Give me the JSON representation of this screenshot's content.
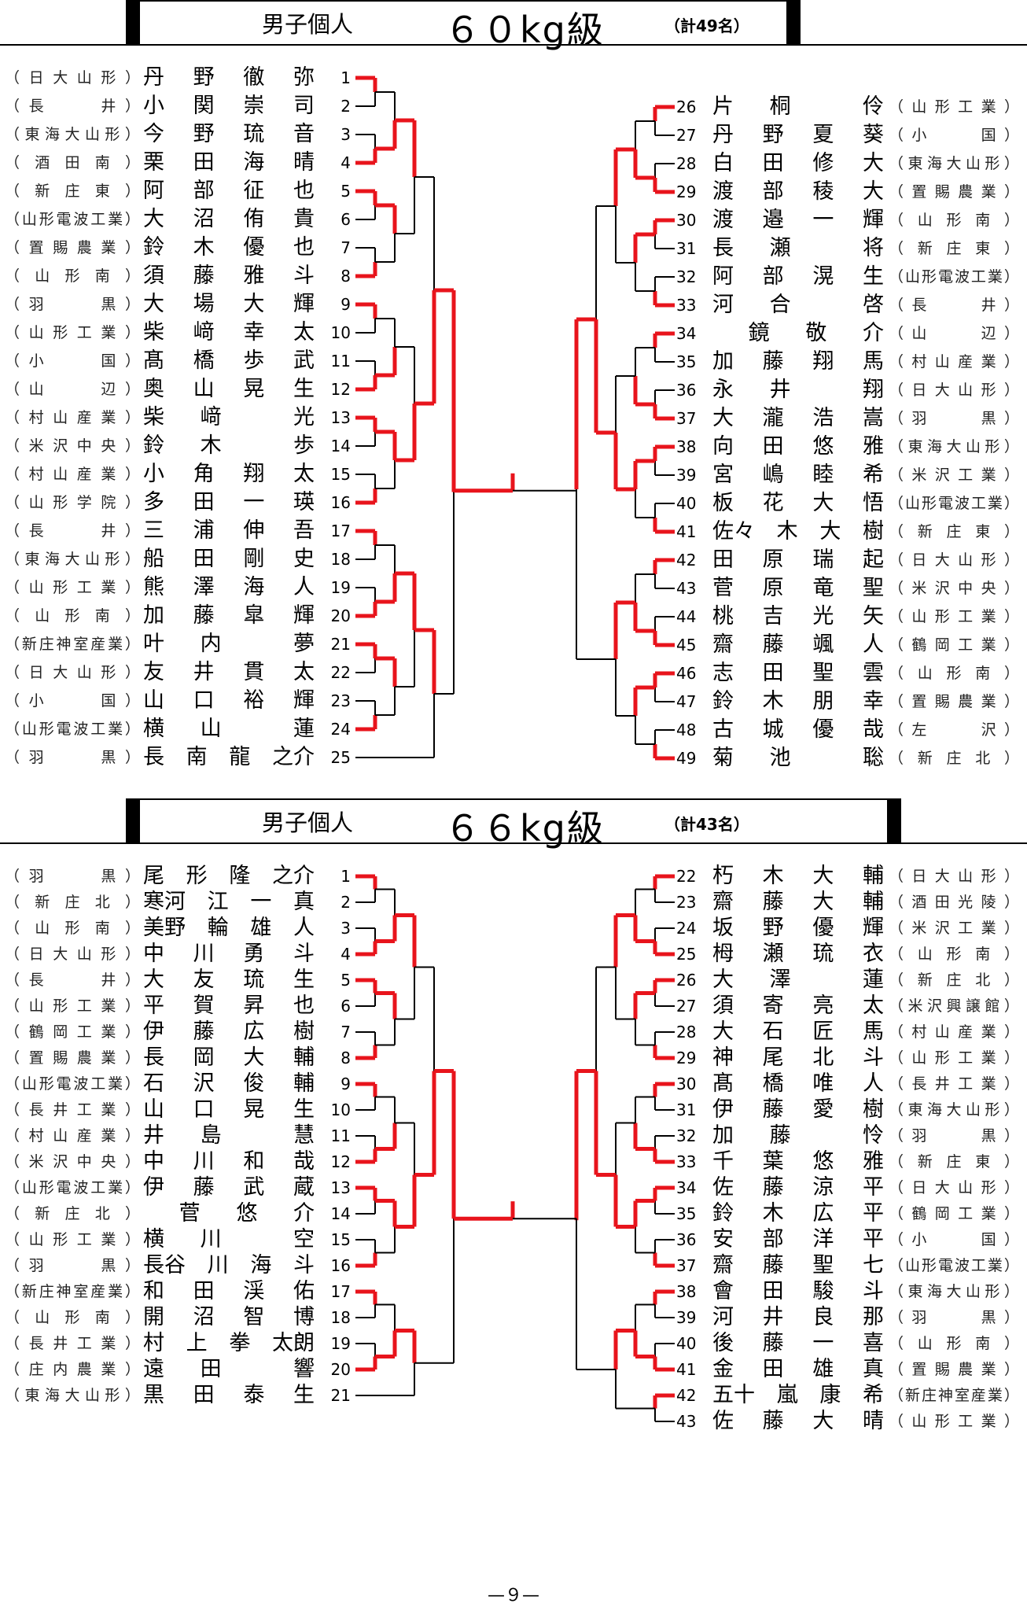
{
  "sections": [
    {
      "title": "男子個人",
      "weight_class": "６０kg級",
      "count": "（計49名）",
      "left": [
        {
          "no": "1",
          "name": "丹|野|徹|弥",
          "school": "（日大山形）"
        },
        {
          "no": "2",
          "name": "小|関|崇|司",
          "school": "（長　　井）"
        },
        {
          "no": "3",
          "name": "今|野|琉|音",
          "school": "（東海大山形）"
        },
        {
          "no": "4",
          "name": "栗|田|海|晴",
          "school": "（酒田南）"
        },
        {
          "no": "5",
          "name": "阿|部|征|也",
          "school": "（新庄東）"
        },
        {
          "no": "6",
          "name": "大|沼|侑|貴",
          "school": "（山形電波工業）"
        },
        {
          "no": "7",
          "name": "鈴|木|優|也",
          "school": "（置賜農業）"
        },
        {
          "no": "8",
          "name": "須|藤|雅|斗",
          "school": "（山形南）"
        },
        {
          "no": "9",
          "name": "大|場|大|輝",
          "school": "（羽　　黒）"
        },
        {
          "no": "10",
          "name": "柴|﨑|幸|太",
          "school": "（山形工業）"
        },
        {
          "no": "11",
          "name": "髙|橋|歩|武",
          "school": "（小　　国）"
        },
        {
          "no": "12",
          "name": "奥|山|晃|生",
          "school": "（山　　辺）"
        },
        {
          "no": "13",
          "name": "柴|﨑||光",
          "school": "（村山産業）"
        },
        {
          "no": "14",
          "name": "鈴|木||歩",
          "school": "（米沢中央）"
        },
        {
          "no": "15",
          "name": "小|角|翔|太",
          "school": "（村山産業）"
        },
        {
          "no": "16",
          "name": "多|田|一|瑛",
          "school": "（山形学院）"
        },
        {
          "no": "17",
          "name": "三|浦|伸|吾",
          "school": "（長　　井）"
        },
        {
          "no": "18",
          "name": "船|田|剛|史",
          "school": "（東海大山形）"
        },
        {
          "no": "19",
          "name": "熊|澤|海|人",
          "school": "（山形工業）"
        },
        {
          "no": "20",
          "name": "加|藤|皐|輝",
          "school": "（山形南）"
        },
        {
          "no": "21",
          "name": "叶|内||夢",
          "school": "（新庄神室産業）"
        },
        {
          "no": "22",
          "name": "友|井|貫|太",
          "school": "（日大山形）"
        },
        {
          "no": "23",
          "name": "山|口|裕|輝",
          "school": "（小　　国）"
        },
        {
          "no": "24",
          "name": "横|山||蓮",
          "school": "（山形電波工業）"
        },
        {
          "no": "25",
          "name": "長|南|龍|之介",
          "school": "（羽　　黒）"
        }
      ],
      "right": [
        {
          "no": "26",
          "name": "片|桐||伶",
          "school": "（山形工業）"
        },
        {
          "no": "27",
          "name": "丹|野|夏|葵",
          "school": "（小　　国）"
        },
        {
          "no": "28",
          "name": "白|田|修|大",
          "school": "（東海大山形）"
        },
        {
          "no": "29",
          "name": "渡|部|稜|大",
          "school": "（置賜農業）"
        },
        {
          "no": "30",
          "name": "渡|邉|一|輝",
          "school": "（山形南）"
        },
        {
          "no": "31",
          "name": "長|瀬||将",
          "school": "（新庄東）"
        },
        {
          "no": "32",
          "name": "阿|部|滉|生",
          "school": "（山形電波工業）"
        },
        {
          "no": "33",
          "name": "河|合||啓",
          "school": "（長　　井）"
        },
        {
          "no": "34",
          "name": "|鏡|敬|介",
          "school": "（山　　辺）"
        },
        {
          "no": "35",
          "name": "加|藤|翔|馬",
          "school": "（村山産業）"
        },
        {
          "no": "36",
          "name": "永|井||翔",
          "school": "（日大山形）"
        },
        {
          "no": "37",
          "name": "大|瀧|浩|嵩",
          "school": "（羽　　黒）"
        },
        {
          "no": "38",
          "name": "向|田|悠|雅",
          "school": "（東海大山形）"
        },
        {
          "no": "39",
          "name": "宮|嶋|睦|希",
          "school": "（米沢工業）"
        },
        {
          "no": "40",
          "name": "板|花|大|悟",
          "school": "（山形電波工業）"
        },
        {
          "no": "41",
          "name": "佐々|木|大|樹",
          "school": "（新庄東）"
        },
        {
          "no": "42",
          "name": "田|原|瑞|起",
          "school": "（日大山形）"
        },
        {
          "no": "43",
          "name": "菅|原|竜|聖",
          "school": "（米沢中央）"
        },
        {
          "no": "44",
          "name": "桃|吉|光|矢",
          "school": "（山形工業）"
        },
        {
          "no": "45",
          "name": "齋|藤|颯|人",
          "school": "（鶴岡工業）"
        },
        {
          "no": "46",
          "name": "志|田|聖|雲",
          "school": "（山形南）"
        },
        {
          "no": "47",
          "name": "鈴|木|朋|幸",
          "school": "（置賜農業）"
        },
        {
          "no": "48",
          "name": "古|城|優|哉",
          "school": "（左　　沢）"
        },
        {
          "no": "49",
          "name": "菊|池||聡",
          "school": "（新庄北）"
        }
      ]
    },
    {
      "title": "男子個人",
      "weight_class": "６６kg級",
      "count": "（計43名）",
      "left": [
        {
          "no": "1",
          "name": "尾|形|隆|之介",
          "school": "（羽　　黒）"
        },
        {
          "no": "2",
          "name": "寒河|江|一|真",
          "school": "（新庄北）"
        },
        {
          "no": "3",
          "name": "美野|輪|雄|人",
          "school": "（山形南）"
        },
        {
          "no": "4",
          "name": "中|川|勇|斗",
          "school": "（日大山形）"
        },
        {
          "no": "5",
          "name": "大|友|琉|生",
          "school": "（長　　井）"
        },
        {
          "no": "6",
          "name": "平|賀|昇|也",
          "school": "（山形工業）"
        },
        {
          "no": "7",
          "name": "伊|藤|広|樹",
          "school": "（鶴岡工業）"
        },
        {
          "no": "8",
          "name": "長|岡|大|輔",
          "school": "（置賜農業）"
        },
        {
          "no": "9",
          "name": "石|沢|俊|輔",
          "school": "（山形電波工業）"
        },
        {
          "no": "10",
          "name": "山|口|晃|生",
          "school": "（長井工業）"
        },
        {
          "no": "11",
          "name": "井|島||慧",
          "school": "（村山産業）"
        },
        {
          "no": "12",
          "name": "中|川|和|哉",
          "school": "（米沢中央）"
        },
        {
          "no": "13",
          "name": "伊|藤|武|蔵",
          "school": "（山形電波工業）"
        },
        {
          "no": "14",
          "name": "|菅|悠|介",
          "school": "（新庄北）"
        },
        {
          "no": "15",
          "name": "横|川||空",
          "school": "（山形工業）"
        },
        {
          "no": "16",
          "name": "長谷|川|海|斗",
          "school": "（羽　　黒）"
        },
        {
          "no": "17",
          "name": "和|田|渓|佑",
          "school": "（新庄神室産業）"
        },
        {
          "no": "18",
          "name": "開|沼|智|博",
          "school": "（山形南）"
        },
        {
          "no": "19",
          "name": "村|上|拳|太朗",
          "school": "（長井工業）"
        },
        {
          "no": "20",
          "name": "遠|田||響",
          "school": "（庄内農業）"
        },
        {
          "no": "21",
          "name": "黒|田|泰|生",
          "school": "（東海大山形）"
        }
      ],
      "right": [
        {
          "no": "22",
          "name": "朽|木|大|輔",
          "school": "（日大山形）"
        },
        {
          "no": "23",
          "name": "齋|藤|大|輔",
          "school": "（酒田光陵）"
        },
        {
          "no": "24",
          "name": "坂|野|優|輝",
          "school": "（米沢工業）"
        },
        {
          "no": "25",
          "name": "栂|瀬|琉|衣",
          "school": "（山形南）"
        },
        {
          "no": "26",
          "name": "大|澤||蓮",
          "school": "（新庄北）"
        },
        {
          "no": "27",
          "name": "須|寄|亮|太",
          "school": "（米沢興譲館）"
        },
        {
          "no": "28",
          "name": "大|石|匠|馬",
          "school": "（村山産業）"
        },
        {
          "no": "29",
          "name": "神|尾|北|斗",
          "school": "（山形工業）"
        },
        {
          "no": "30",
          "name": "髙|橋|唯|人",
          "school": "（長井工業）"
        },
        {
          "no": "31",
          "name": "伊|藤|愛|樹",
          "school": "（東海大山形）"
        },
        {
          "no": "32",
          "name": "加|藤||怜",
          "school": "（羽　　黒）"
        },
        {
          "no": "33",
          "name": "千|葉|悠|雅",
          "school": "（新庄東）"
        },
        {
          "no": "34",
          "name": "佐|藤|涼|平",
          "school": "（日大山形）"
        },
        {
          "no": "35",
          "name": "鈴|木|広|平",
          "school": "（鶴岡工業）"
        },
        {
          "no": "36",
          "name": "安|部|洋|平",
          "school": "（小　　国）"
        },
        {
          "no": "37",
          "name": "齋|藤|聖|七",
          "school": "（山形電波工業）"
        },
        {
          "no": "38",
          "name": "會|田|駿|斗",
          "school": "（東海大山形）"
        },
        {
          "no": "39",
          "name": "河|井|良|那",
          "school": "（羽　　黒）"
        },
        {
          "no": "40",
          "name": "後|藤|一|喜",
          "school": "（山形南）"
        },
        {
          "no": "41",
          "name": "金|田|雄|真",
          "school": "（置賜農業）"
        },
        {
          "no": "42",
          "name": "五十|嵐|康|希",
          "school": "（新庄神室産業）"
        },
        {
          "no": "43",
          "name": "佐|藤|大|晴",
          "school": "（山形工業）"
        }
      ]
    }
  ],
  "footer": "—９—",
  "colors": {
    "win": "#e8141c",
    "line": "#000000"
  }
}
